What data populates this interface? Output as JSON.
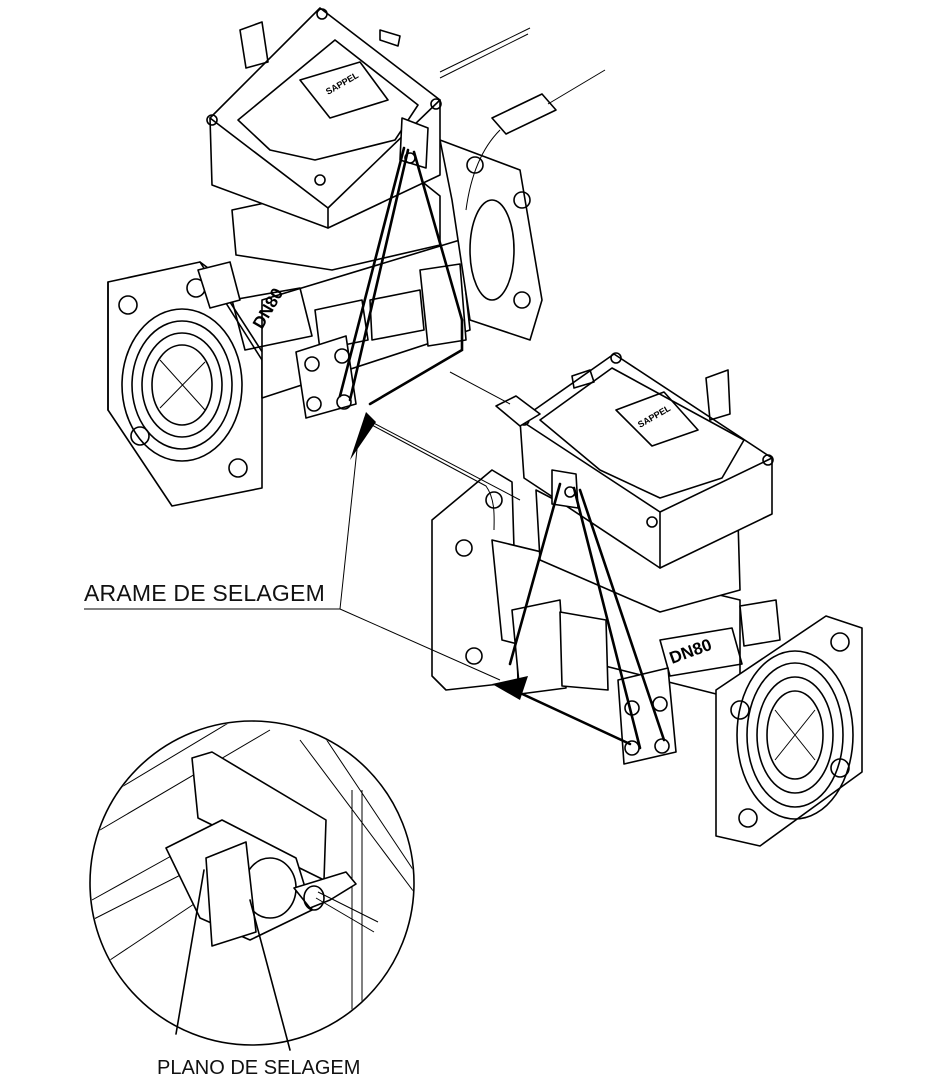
{
  "labels": {
    "sealing_wire": "ARAME DE SELAGEM",
    "sealing_plane": "PLANO DE SELAGEM"
  },
  "meter_marking": "DN80",
  "brand_mark": "SAPPEL"
}
